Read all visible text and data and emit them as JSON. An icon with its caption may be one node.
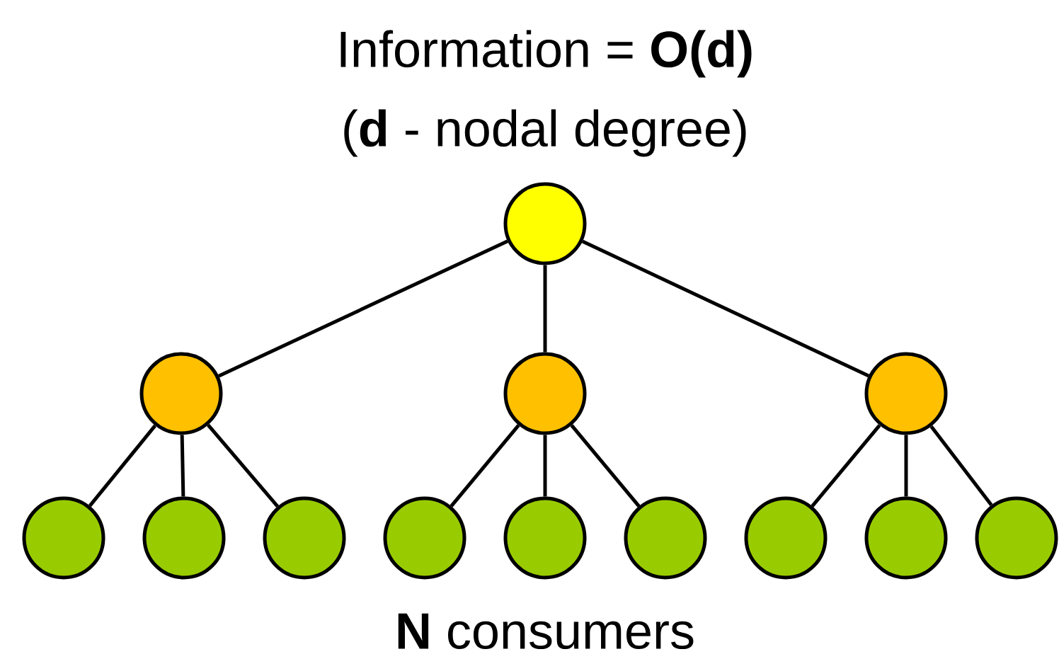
{
  "diagram": {
    "title": "Information = **O(d)**",
    "caption": "**N** consumers",
    "labels": [
      "(**d** - nodal degree)"
    ],
    "nodes": [
      {
        "text": [],
        "shape": "circle"
      },
      {
        "text": [],
        "shape": "circle"
      },
      {
        "text": [],
        "shape": "circle"
      },
      {
        "text": [],
        "shape": "circle"
      },
      {
        "text": [],
        "shape": "circle"
      },
      {
        "text": [],
        "shape": "circle"
      },
      {
        "text": [],
        "shape": "circle"
      },
      {
        "text": [],
        "shape": "circle"
      },
      {
        "text": [],
        "shape": "circle"
      },
      {
        "text": [],
        "shape": "circle"
      },
      {
        "text": [],
        "shape": "circle"
      },
      {
        "text": [],
        "shape": "circle"
      },
      {
        "text": [],
        "shape": "circle"
      }
    ],
    "edges": [
      {
        "from": 0,
        "to": 1,
        "arrow": "none"
      },
      {
        "from": 0,
        "to": 2,
        "arrow": "none"
      },
      {
        "from": 0,
        "to": 3,
        "arrow": "none"
      },
      {
        "from": 1,
        "to": 4,
        "arrow": "none"
      },
      {
        "from": 1,
        "to": 5,
        "arrow": "none"
      },
      {
        "from": 1,
        "to": 6,
        "arrow": "none"
      },
      {
        "from": 2,
        "to": 7,
        "arrow": "none"
      },
      {
        "from": 2,
        "to": 8,
        "arrow": "none"
      },
      {
        "from": 2,
        "to": 9,
        "arrow": "none"
      },
      {
        "from": 3,
        "to": 10,
        "arrow": "none"
      },
      {
        "from": 3,
        "to": 11,
        "arrow": "none"
      },
      {
        "from": 3,
        "to": 12,
        "arrow": "none"
      }
    ]
  }
}
